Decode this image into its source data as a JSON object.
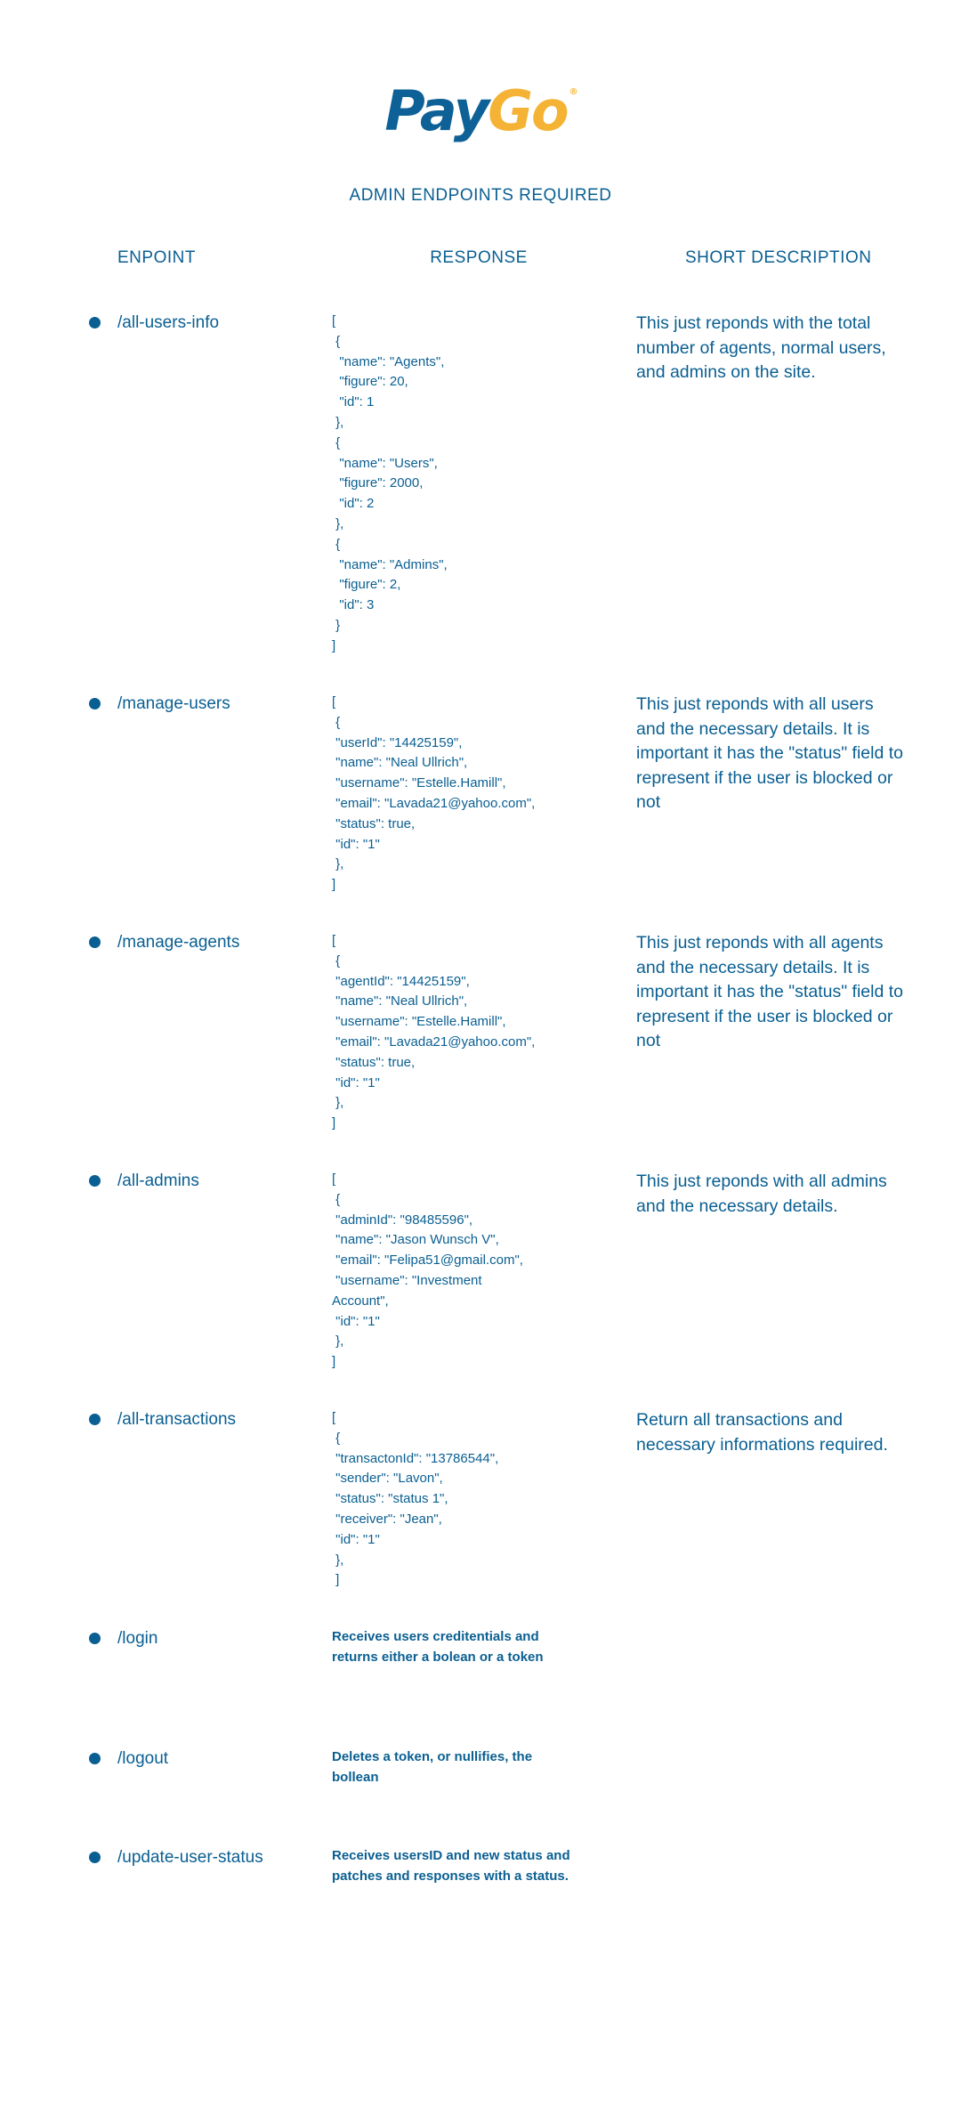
{
  "logo": {
    "part1": "Pay",
    "part2": "Go",
    "mark": "®"
  },
  "doc_title": "ADMIN ENDPOINTS REQUIRED",
  "headers": {
    "endpoint": "ENPOINT",
    "response": "RESPONSE",
    "description": "SHORT DESCRIPTION"
  },
  "colors": {
    "text": "#0a5f92",
    "logo_pay": "#0e6196",
    "logo_go": "#f5b335"
  },
  "endpoints": [
    {
      "path": "/all-users-info",
      "response": "[\n {\n  \"name\": \"Agents\",\n  \"figure\": 20,\n  \"id\": 1\n },\n {\n  \"name\": \"Users\",\n  \"figure\": 2000,\n  \"id\": 2\n },\n {\n  \"name\": \"Admins\",\n  \"figure\": 2,\n  \"id\": 3\n }\n]",
      "description": "This just reponds with the total number of agents, normal users, and admins on the site."
    },
    {
      "path": "/manage-users",
      "response": "[\n {\n \"userId\": \"14425159\",\n \"name\": \"Neal Ullrich\",\n \"username\": \"Estelle.Hamill\",\n \"email\": \"Lavada21@yahoo.com\",\n \"status\": true,\n \"id\": \"1\"\n },\n]",
      "description": "This just reponds with all users and the necessary details. It is important it has the \"status\" field to represent if the user is blocked or not"
    },
    {
      "path": "/manage-agents",
      "response": "[\n {\n \"agentId\": \"14425159\",\n \"name\": \"Neal Ullrich\",\n \"username\": \"Estelle.Hamill\",\n \"email\": \"Lavada21@yahoo.com\",\n \"status\": true,\n \"id\": \"1\"\n },\n]",
      "description": "This just reponds with all agents and the necessary details. It is important it has the \"status\" field to represent if the user is blocked or not"
    },
    {
      "path": "/all-admins",
      "response": "[\n {\n \"adminId\": \"98485596\",\n \"name\": \"Jason Wunsch V\",\n \"email\": \"Felipa51@gmail.com\",\n \"username\": \"Investment\nAccount\",\n \"id\": \"1\"\n },\n]",
      "description": "This just reponds with all admins and the necessary details."
    },
    {
      "path": "/all-transactions",
      "response": "[\n {\n \"transactonId\": \"13786544\",\n \"sender\": \"Lavon\",\n \"status\": \"status 1\",\n \"receiver\": \"Jean\",\n \"id\": \"1\"\n },\n ]",
      "description": "Return all transactions and necessary informations required."
    },
    {
      "path": "/login",
      "response": "Receives users creditentials and returns either a bolean or a token",
      "description": ""
    },
    {
      "path": "/logout",
      "response": "Deletes a token, or nullifies, the bollean",
      "description": ""
    },
    {
      "path": "/update-user-status",
      "response": "Receives usersID and new status and patches and responses with a status.",
      "description": ""
    }
  ]
}
